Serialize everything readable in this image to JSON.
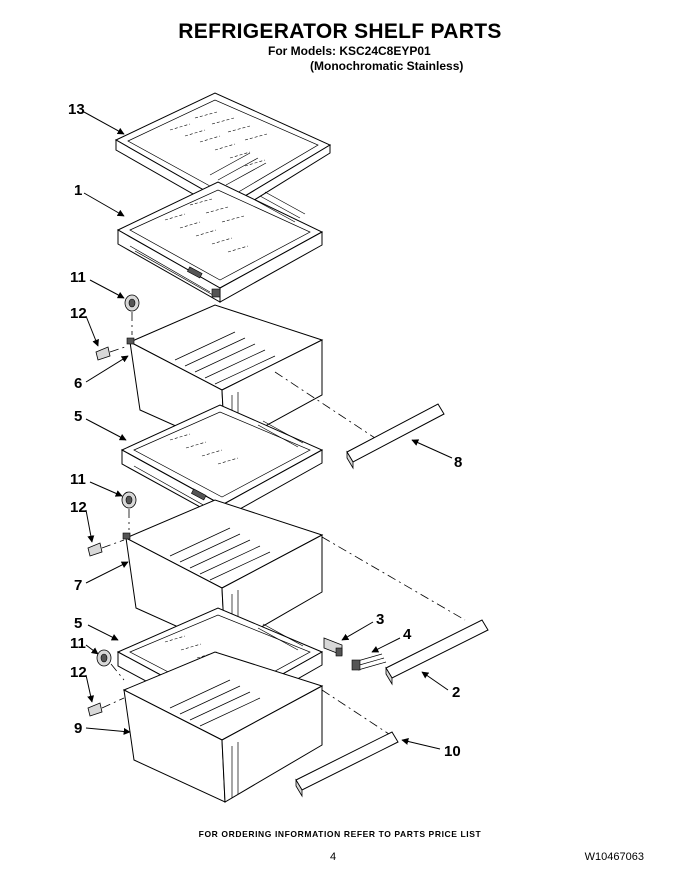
{
  "header": {
    "title": "REFRIGERATOR SHELF PARTS",
    "models_line": "For Models: KSC24C8EYP01",
    "variant_line": "(Monochromatic Stainless)"
  },
  "callouts": [
    {
      "id": "c13",
      "label": "13"
    },
    {
      "id": "c1",
      "label": "1"
    },
    {
      "id": "c11a",
      "label": "11"
    },
    {
      "id": "c12a",
      "label": "12"
    },
    {
      "id": "c6",
      "label": "6"
    },
    {
      "id": "c5a",
      "label": "5"
    },
    {
      "id": "c8",
      "label": "8"
    },
    {
      "id": "c11b",
      "label": "11"
    },
    {
      "id": "c12b",
      "label": "12"
    },
    {
      "id": "c7",
      "label": "7"
    },
    {
      "id": "c3",
      "label": "3"
    },
    {
      "id": "c4",
      "label": "4"
    },
    {
      "id": "c5b",
      "label": "5"
    },
    {
      "id": "c11c",
      "label": "11"
    },
    {
      "id": "c2",
      "label": "2"
    },
    {
      "id": "c12c",
      "label": "12"
    },
    {
      "id": "c9",
      "label": "9"
    },
    {
      "id": "c10",
      "label": "10"
    }
  ],
  "footer": {
    "note": "FOR ORDERING INFORMATION REFER TO PARTS PRICE LIST",
    "page": "4",
    "doc_number": "W10467063"
  }
}
